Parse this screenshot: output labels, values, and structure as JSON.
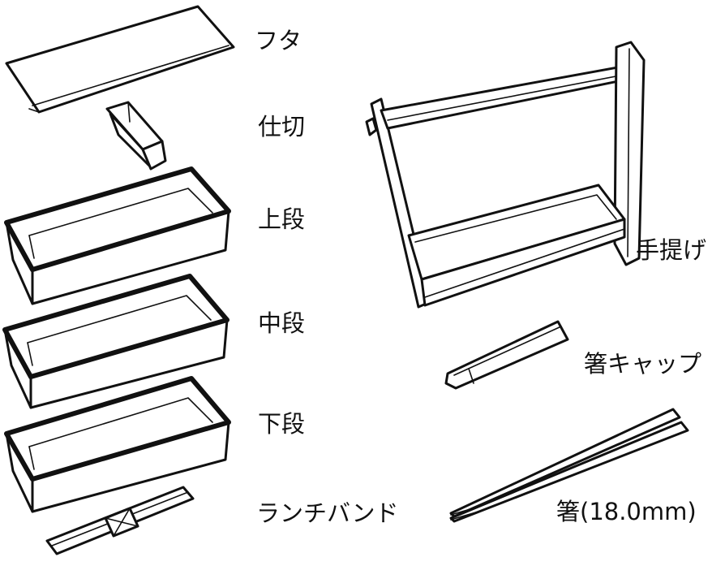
{
  "labels": {
    "lid": "フタ",
    "divider": "仕切",
    "upper_tier": "上段",
    "middle_tier": "中段",
    "lower_tier": "下段",
    "lunch_band": "ランチバンド",
    "handle": "手提げ",
    "chopstick_cap": "箸キャップ",
    "chopsticks": "箸(18.0mm)"
  },
  "colors": {
    "line": "#111111",
    "background": "#ffffff"
  }
}
